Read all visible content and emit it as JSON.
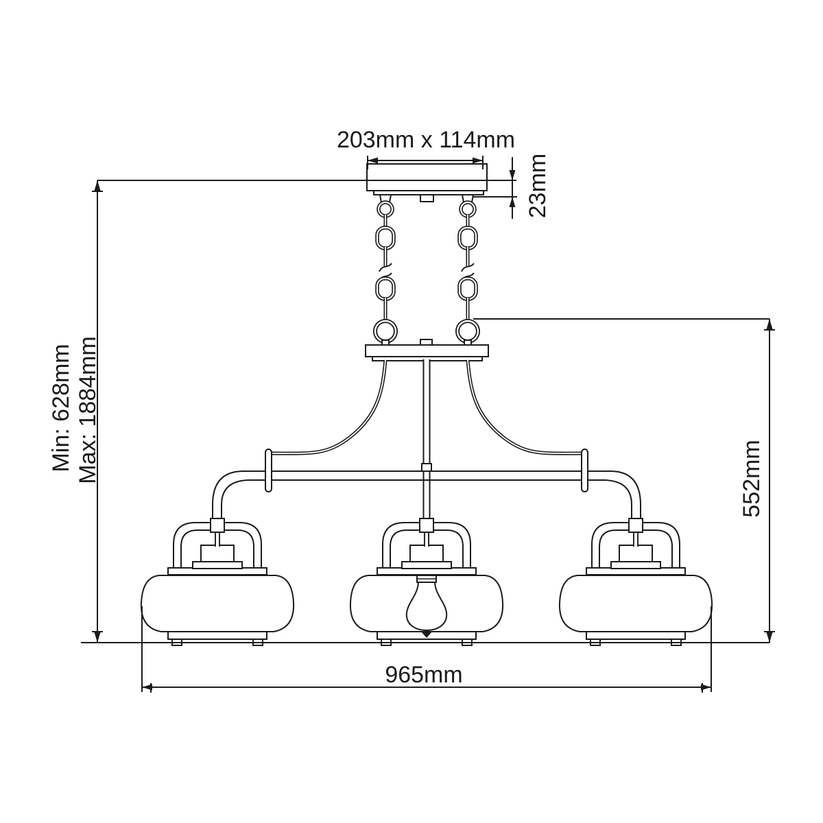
{
  "diagram": {
    "background_color": "#ffffff",
    "line_color": "#1b1b1b",
    "labels": {
      "canopy_size": "203mm x 114mm",
      "canopy_depth": "23mm",
      "suspension_min": "Min: 628mm",
      "suspension_max": "Max: 1884mm",
      "body_height": "552mm",
      "overall_width": "965mm"
    }
  }
}
